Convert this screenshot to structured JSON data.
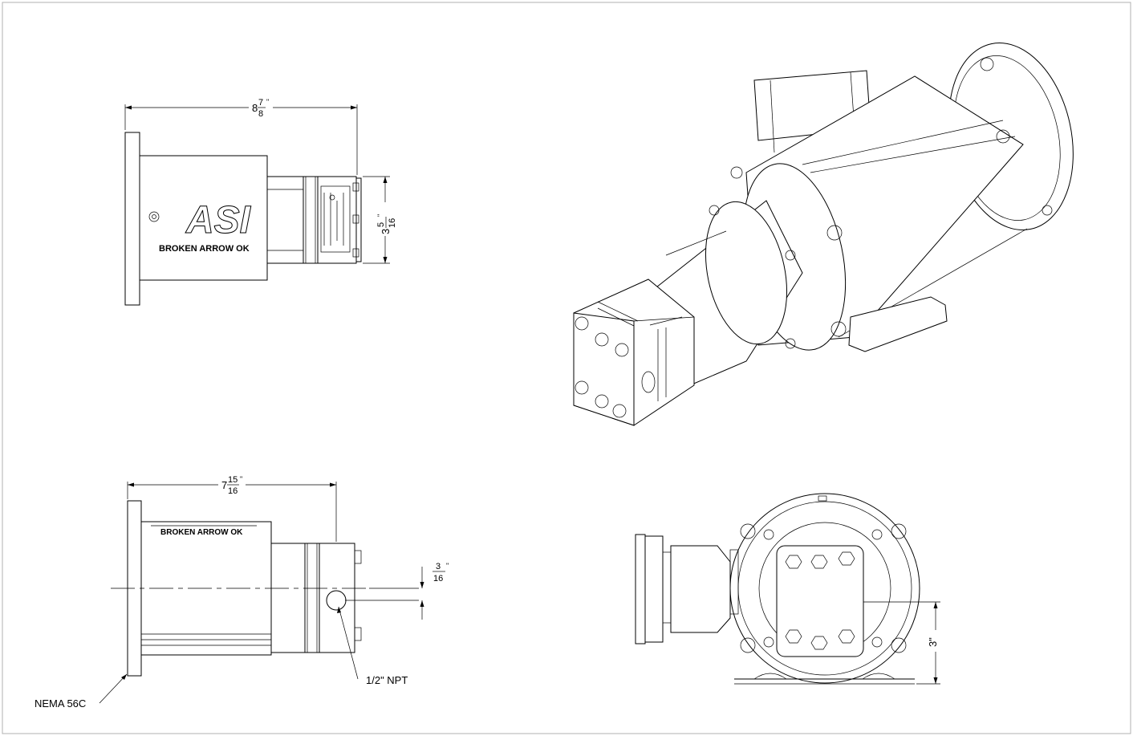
{
  "drawing": {
    "border_color": "#b0b0b0",
    "line_color": "#000000"
  },
  "views": {
    "side_top": {
      "overall_length": {
        "whole": "8",
        "num": "7",
        "den": "8",
        "unit": "\""
      },
      "pump_height": {
        "whole": "3",
        "num": "5",
        "den": "16",
        "unit": "\""
      },
      "logo_text": "ASI",
      "housing_text": "BROKEN ARROW OK"
    },
    "side_bottom": {
      "overall_length": {
        "whole": "7",
        "num": "15",
        "den": "16",
        "unit": "\""
      },
      "port_offset": {
        "num": "3",
        "den": "16",
        "unit": "\""
      },
      "port_label": "1/2\" NPT",
      "flange_label": "NEMA 56C",
      "housing_text": "BROKEN ARROW OK"
    },
    "front": {
      "shaft_height": "3\""
    }
  }
}
